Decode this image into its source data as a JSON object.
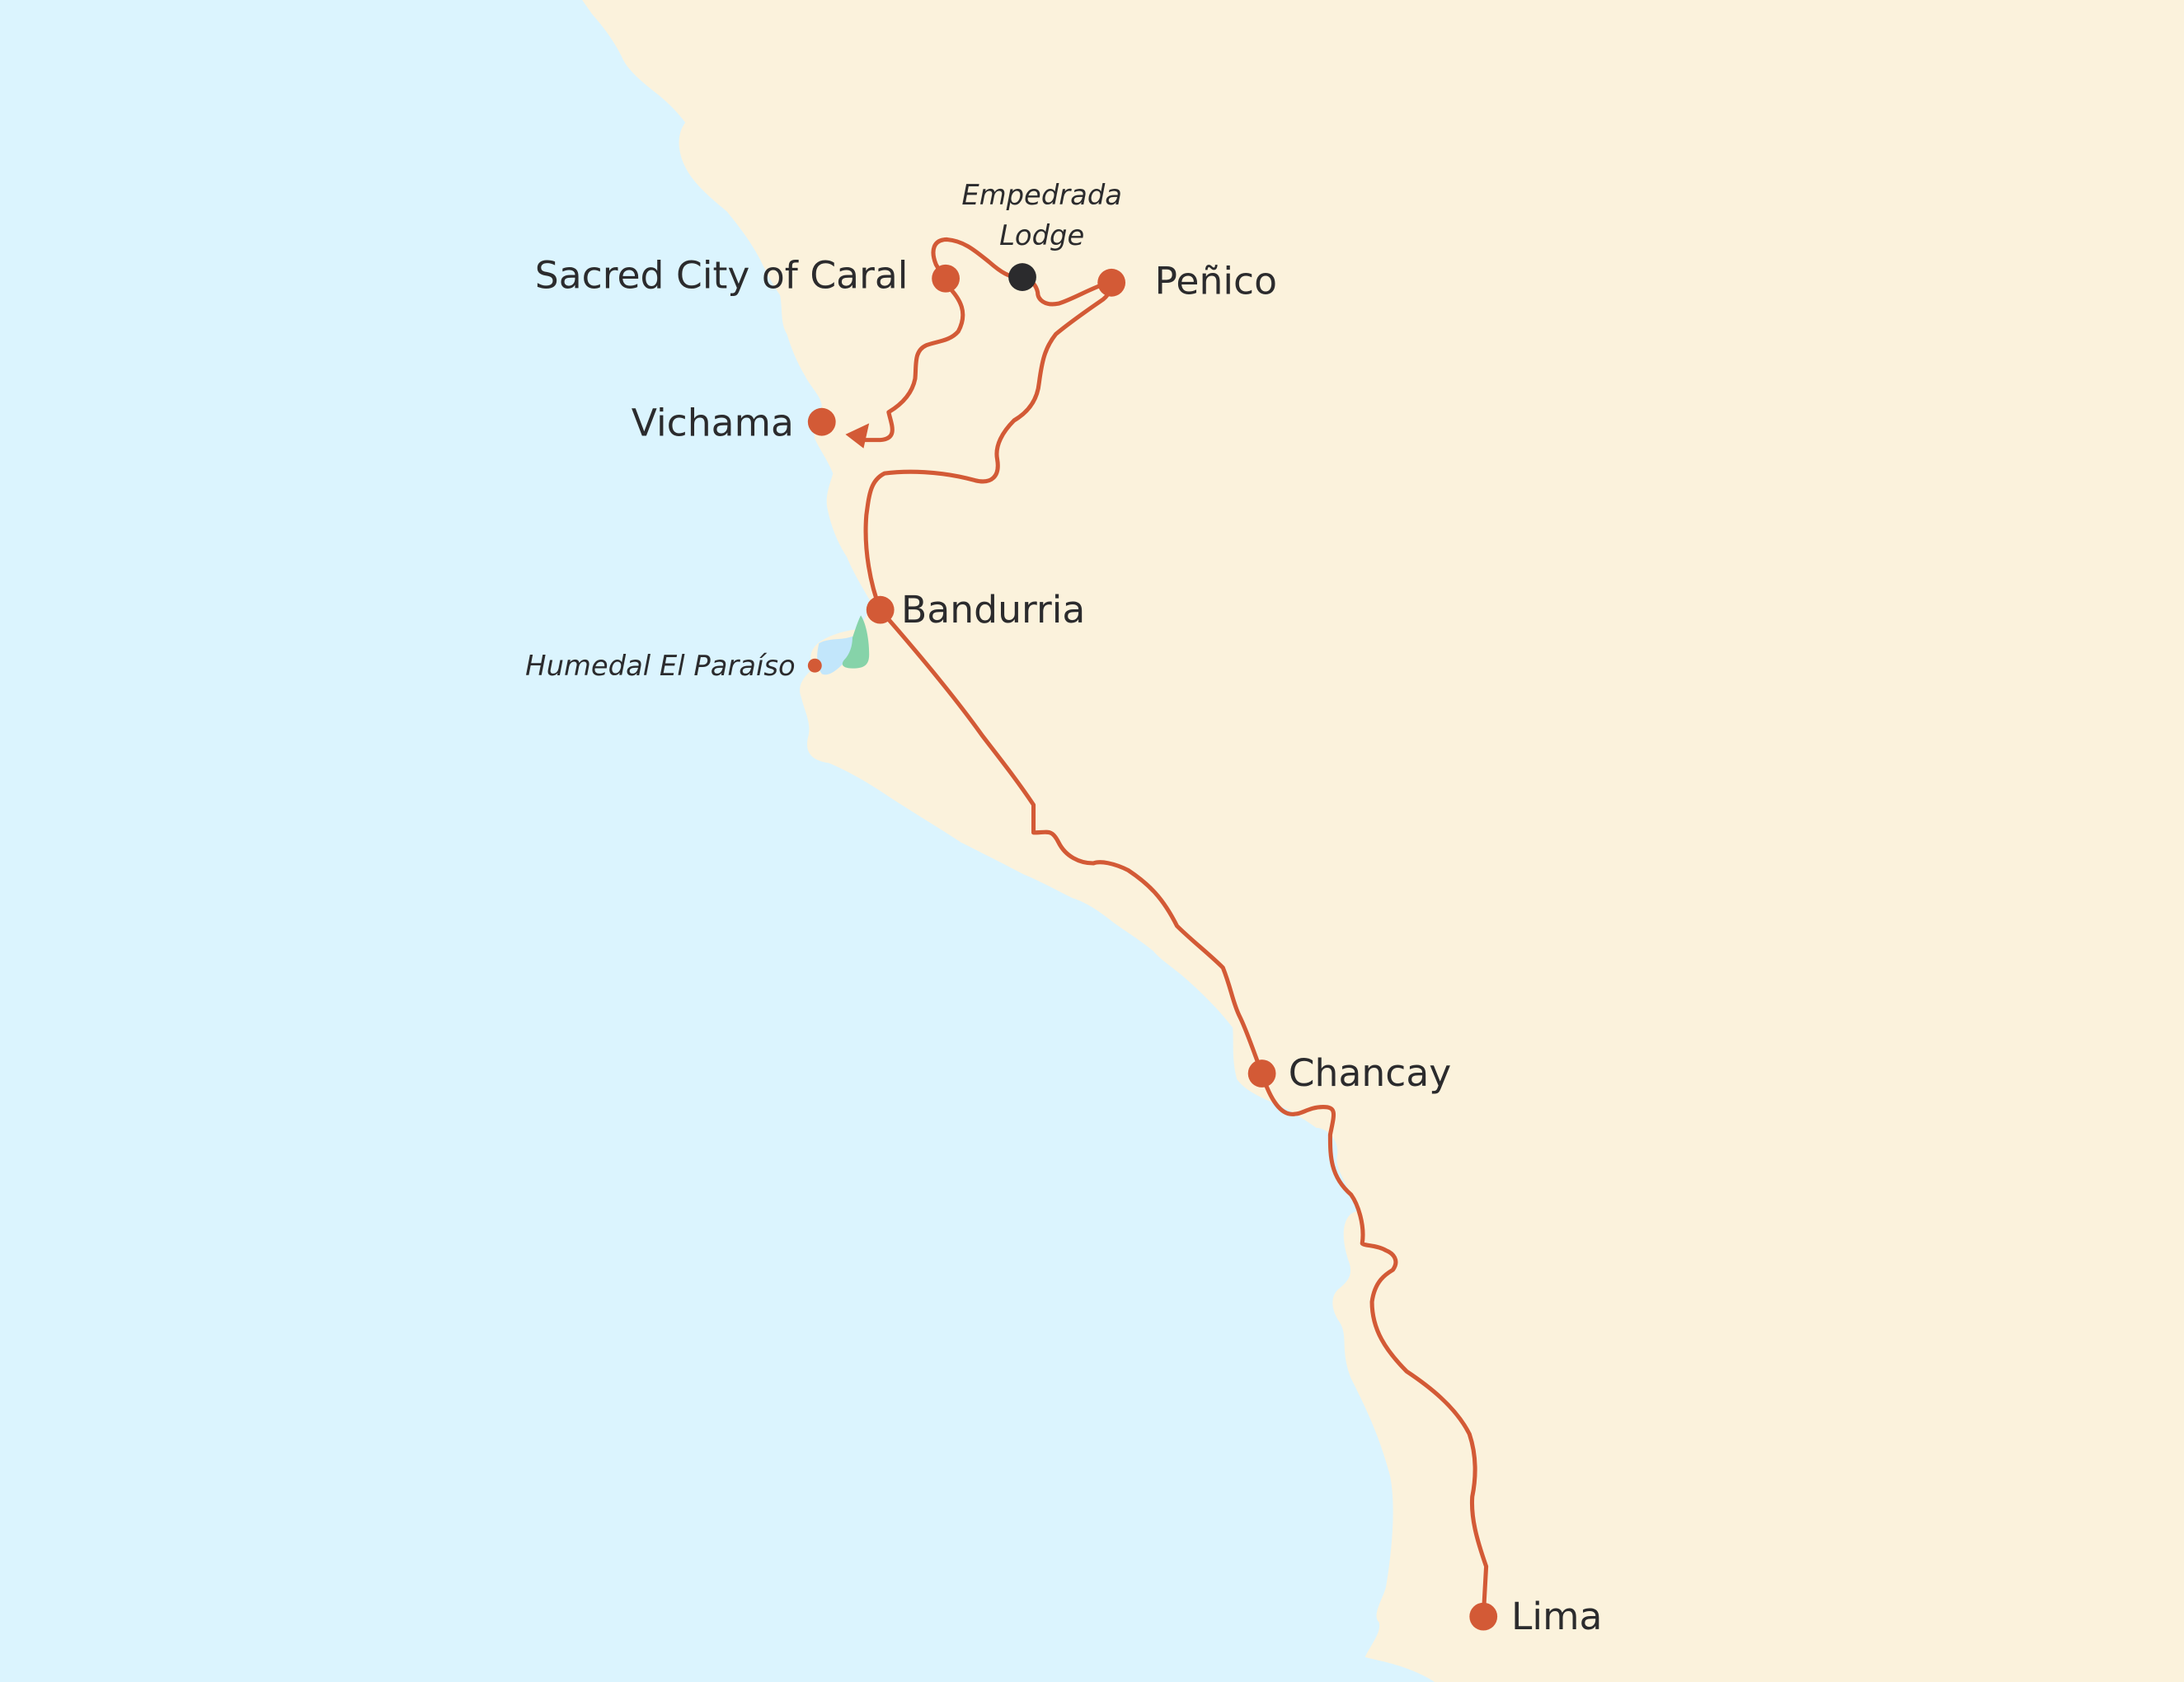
{
  "map": {
    "colors": {
      "ocean": "#dbf4fe",
      "land": "#fbf2dc",
      "route": "#d35a36",
      "stop_marker": "#d35a36",
      "lodge_marker": "#2b2b2d",
      "label_text": "#2b2b2d",
      "wetland_water": "#c2e6fb",
      "wetland_vegetation": "#86d3a9"
    },
    "stops": [
      {
        "id": "caral",
        "label": "Sacred City of Caral",
        "type": "site"
      },
      {
        "id": "empedrada",
        "label_line1": "Empedrada",
        "label_line2": "Lodge",
        "type": "lodge"
      },
      {
        "id": "penico",
        "label": "Peñico",
        "type": "site"
      },
      {
        "id": "vichama",
        "label": "Vichama",
        "type": "site"
      },
      {
        "id": "bandurria",
        "label": "Bandurria",
        "type": "site"
      },
      {
        "id": "humedal",
        "label": "Humedal El Paraíso",
        "type": "minor-site"
      },
      {
        "id": "chancay",
        "label": "Chancay",
        "type": "site"
      },
      {
        "id": "lima",
        "label": "Lima",
        "type": "site"
      }
    ]
  }
}
